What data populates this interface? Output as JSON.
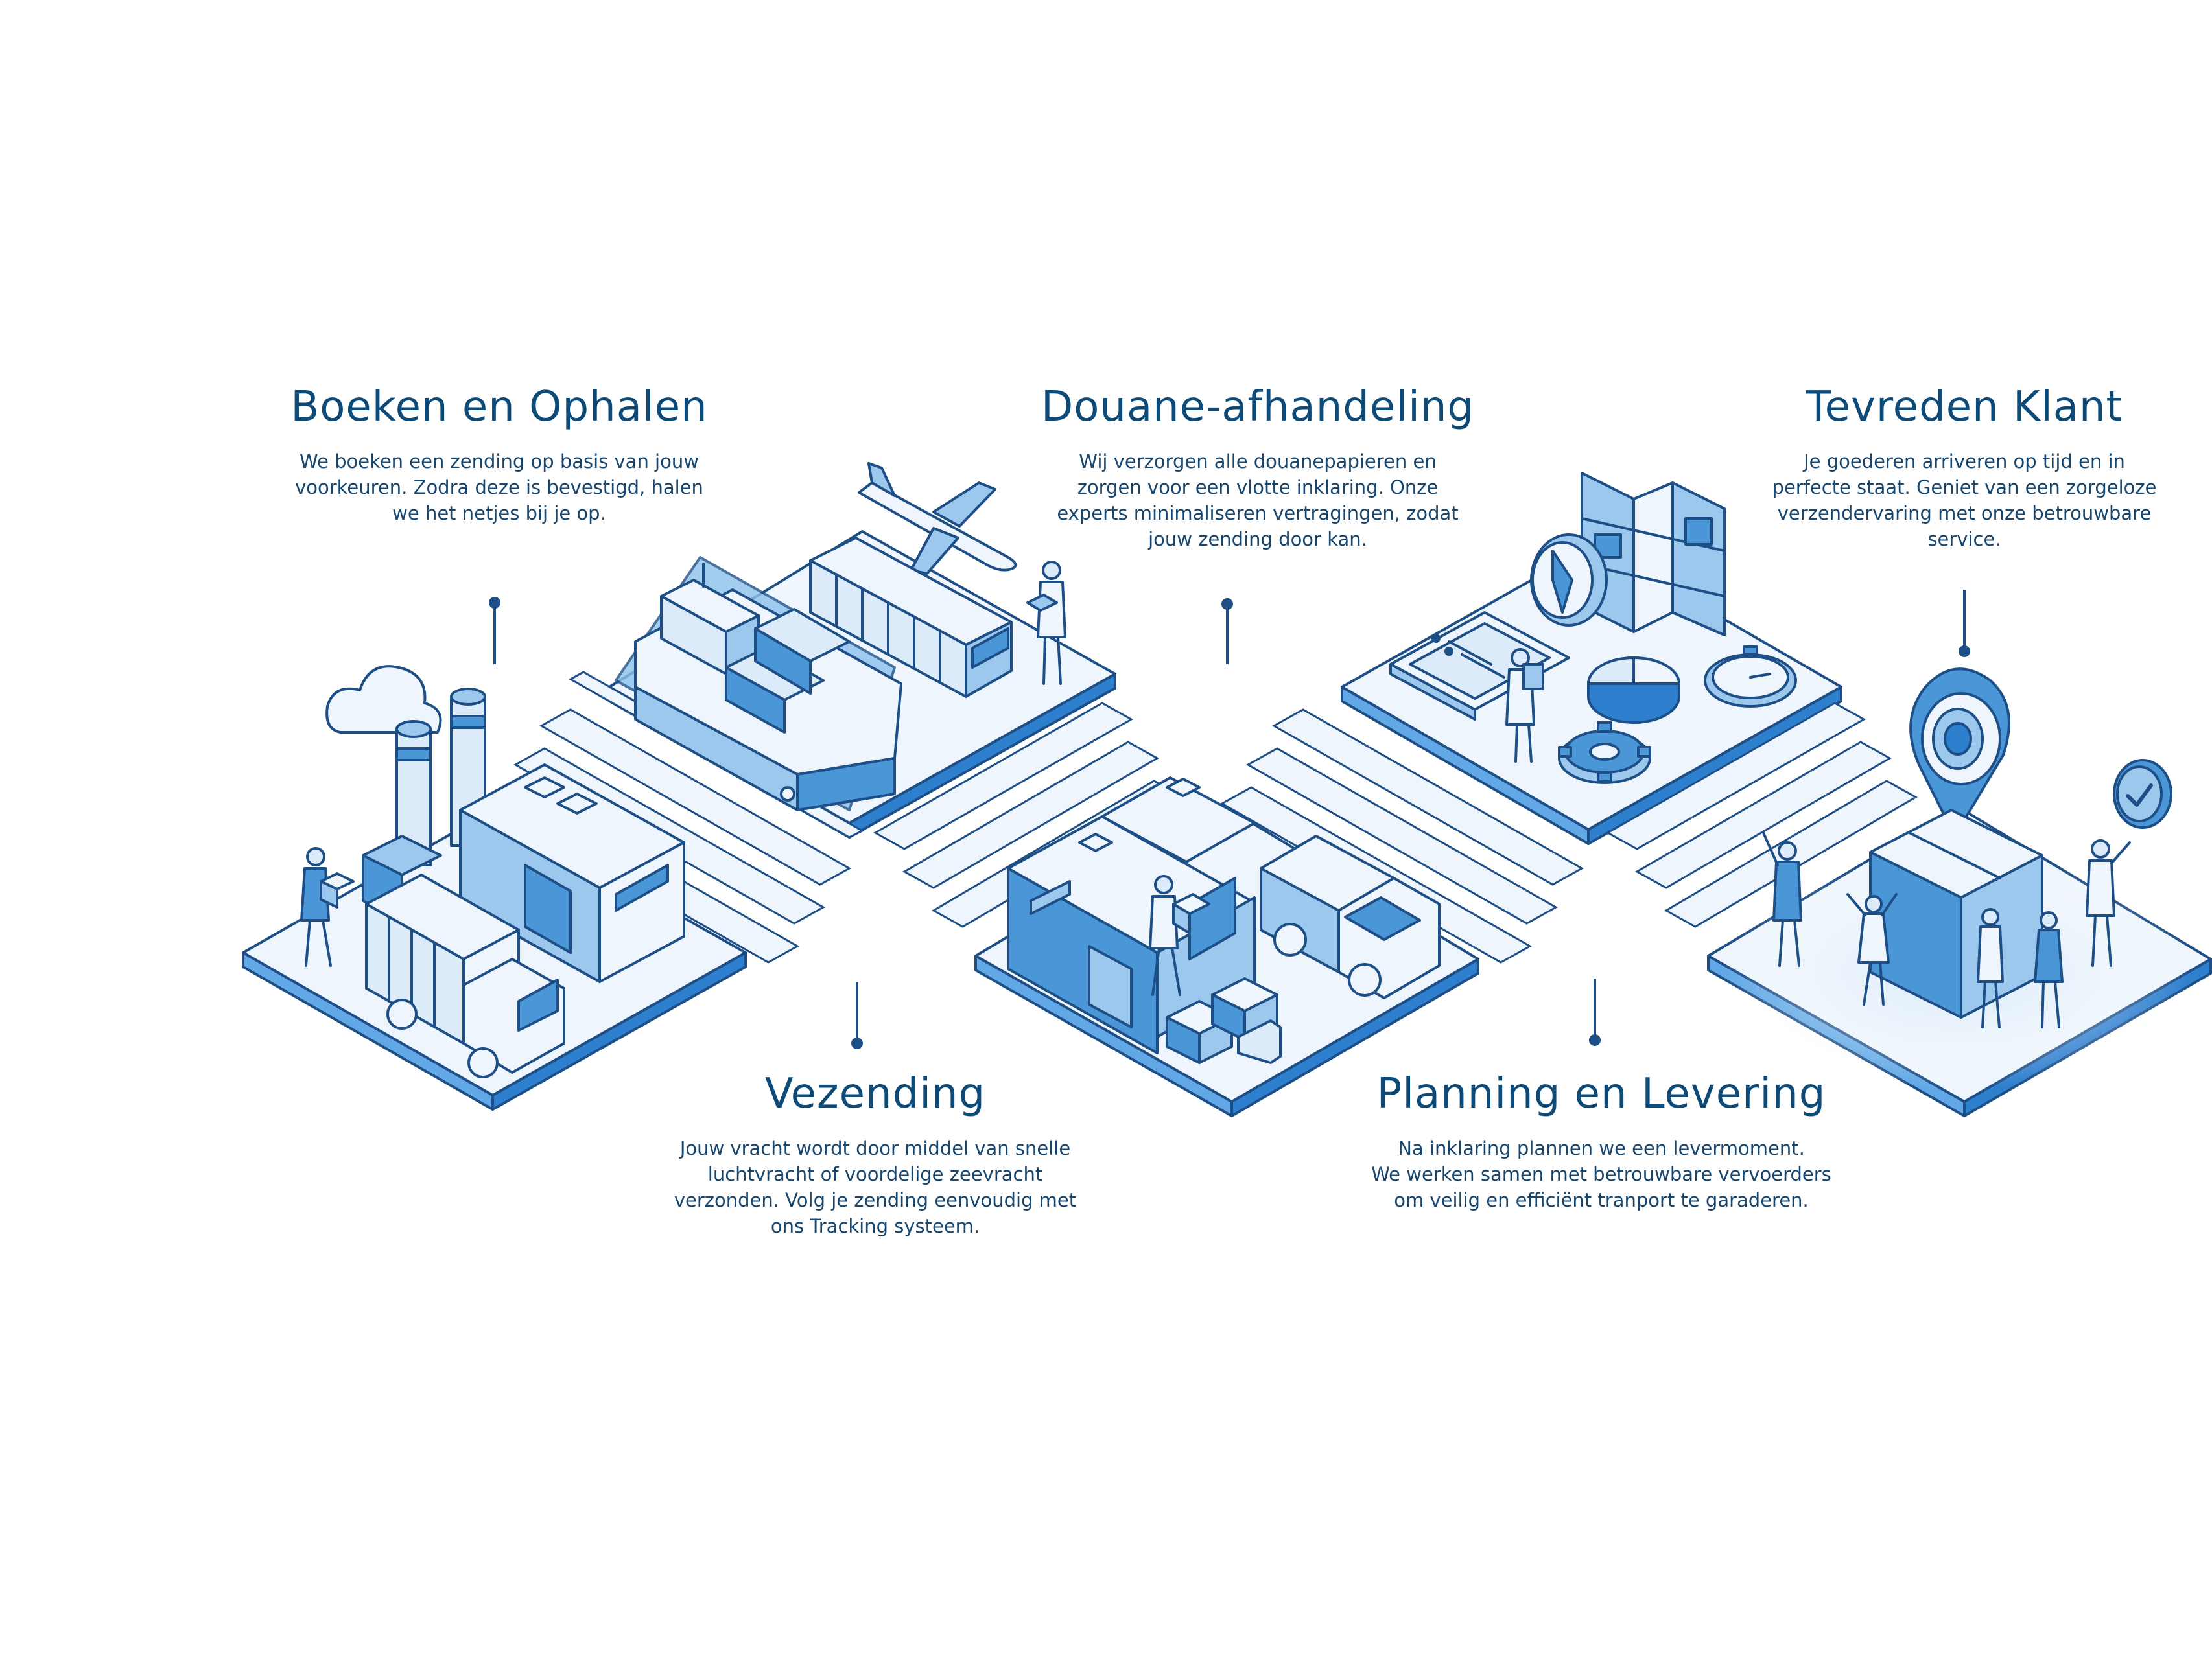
{
  "colors": {
    "heading": "#0e4a78",
    "body": "#17466e",
    "outline": "#1d4f86",
    "fill_light": "#dcebfa",
    "fill_mid": "#9cc8ee",
    "fill_dark": "#4a96d6",
    "platform_side": "#2f7fcf",
    "background": "#ffffff"
  },
  "steps": [
    {
      "id": "boeken",
      "title": "Boeken en Ophalen",
      "lines": [
        "We boeken een zending op basis van jouw",
        "voorkeuren. Zodra deze is bevestigd, halen",
        "we het netjes bij je op."
      ],
      "icons": [
        "factory-icon",
        "cloud-icon",
        "chimney-icon",
        "warehouse-icon",
        "garbage-truck-icon",
        "worker-carrying-box-icon"
      ]
    },
    {
      "id": "douane",
      "title": "Douane-afhandeling",
      "lines": [
        "Wij verzorgen alle douanepapieren en",
        "zorgen voor een vlotte inklaring. Onze",
        "experts minimaliseren vertragingen, zodat",
        "jouw zending door kan."
      ],
      "icons": [
        "airplane-icon",
        "cargo-ship-icon",
        "container-train-icon",
        "dock-worker-icon"
      ]
    },
    {
      "id": "tevreden",
      "title": "Tevreden Klant",
      "lines": [
        "Je goederen arriveren op tijd en in",
        "perfecte staat. Geniet van een zorgeloze",
        "verzendervaring met onze betrouwbare",
        "service."
      ],
      "icons": [
        "location-pin-icon",
        "checkmark-badge-icon",
        "delivered-box-icon",
        "happy-customer-icon"
      ]
    },
    {
      "id": "vezending",
      "title": "Vezending",
      "lines": [
        "Jouw vracht wordt door middel van snelle",
        "luchtvracht of voordelige zeevracht",
        "verzonden. Volg je zending eenvoudig met",
        "ons Tracking systeem."
      ],
      "icons": [
        "warehouse-icon",
        "delivery-van-icon",
        "stacked-boxes-icon",
        "worker-carrying-box-icon"
      ]
    },
    {
      "id": "planning",
      "title": "Planning en Levering",
      "lines": [
        "Na inklaring plannen we een levermoment.",
        "We werken samen met betrouwbare vervoerders",
        "om veilig en efficiënt tranport te garaderen."
      ],
      "icons": [
        "map-icon",
        "compass-icon",
        "tablet-checklist-icon",
        "pie-chart-icon",
        "stopwatch-icon",
        "gear-icon",
        "planner-person-icon"
      ]
    }
  ]
}
